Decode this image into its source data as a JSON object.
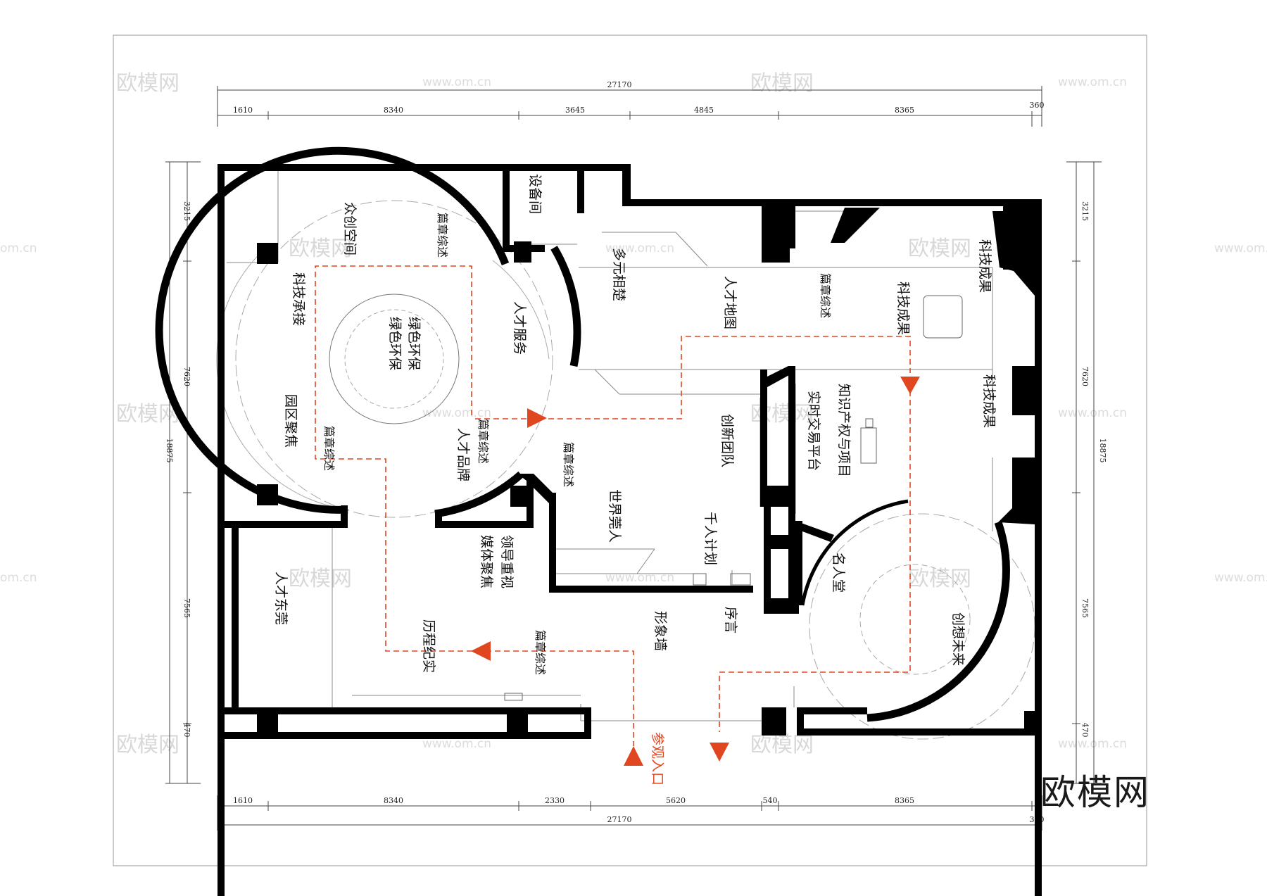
{
  "dimensions": {
    "top_total": "27170",
    "top_segments": [
      "1610",
      "8340",
      "3645",
      "4845",
      "8365",
      "360"
    ],
    "bottom_segments": [
      "1610",
      "8340",
      "2330",
      "5620",
      "540",
      "8365"
    ],
    "bottom_total": "27170",
    "bottom_right": "360",
    "left_total": "18875",
    "left_segments": [
      "3215",
      "7620",
      "7565",
      "470"
    ],
    "right_total": "18875",
    "right_segments": [
      "3215",
      "7620",
      "7565",
      "470"
    ]
  },
  "rooms": {
    "equipment_room": "设备间",
    "maker_space": "众创空间",
    "chapter_overview_1": "篇章综述",
    "tech_undertaking": "科技承接",
    "green_env_1": "绿色环保",
    "green_env_2": "绿色环保",
    "talent_service": "人才服务",
    "park_focus": "园区聚焦",
    "chapter_overview_2": "篇章综述",
    "chapter_overview_3": "篇章综述",
    "talent_brand": "人才品牌",
    "diverse_meet": "多元相楚",
    "talent_map": "人才地图",
    "chapter_overview_4": "篇章综述",
    "tech_achieve_1": "科技成果",
    "tech_achieve_2": "科技成果",
    "tech_achieve_3": "科技成果",
    "ip_platform_1": "知识产权与项目",
    "ip_platform_2": "实时交易平台",
    "innovation_team": "创新团队",
    "chapter_overview_5": "篇章综述",
    "world_dg": "世界莞人",
    "thousand_plan": "千人计划",
    "leader_focus": "领导重视",
    "media_focus": "媒体聚焦",
    "talent_dongguan": "人才东莞",
    "history": "历程纪实",
    "chapter_overview_6": "篇章综述",
    "image_wall": "形象墙",
    "preface": "序言",
    "celebrity_hall": "名人堂",
    "create_future": "创想未来",
    "entrance": "参观入口"
  },
  "watermarks": {
    "brand": "欧模网",
    "url": "www.om.cn",
    "url_partial": "om.cn",
    "url_partial_right": "www.om.cn"
  },
  "colors": {
    "wall": "#000000",
    "route": "#e0461f",
    "line": "#555555"
  }
}
